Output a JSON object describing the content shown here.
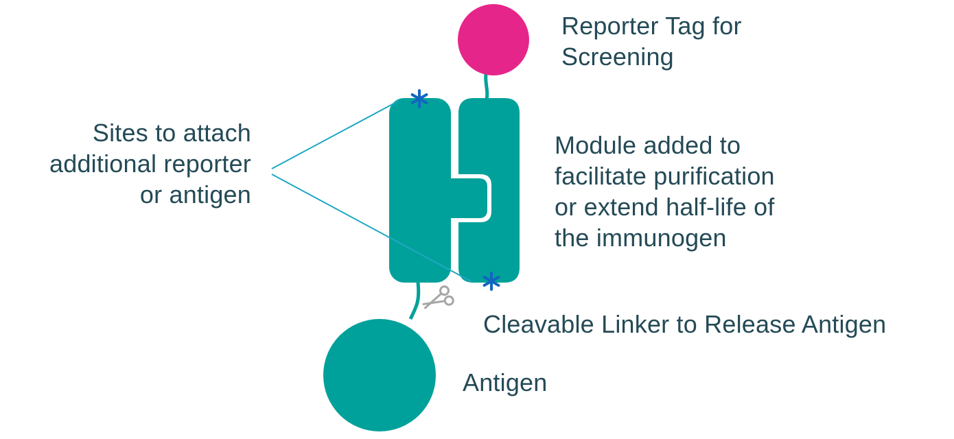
{
  "colors": {
    "teal": "#00a19a",
    "magenta": "#e6258a",
    "line": "#1ea8c2",
    "asterisk": "#1166c0",
    "text": "#244a56",
    "scissors": "#a6a6a6"
  },
  "labels": {
    "reporter_tag": [
      "Reporter Tag for",
      "Screening"
    ],
    "sites": [
      "Sites to attach",
      "additional reporter",
      "or antigen"
    ],
    "module": [
      "Module added to",
      "facilitate purification",
      "or extend half-life of",
      "the immunogen"
    ],
    "linker": "Cleavable Linker to Release Antigen",
    "antigen": "Antigen"
  },
  "icons": {
    "cleavage_site": "scissors-icon",
    "attachment_sites": "asterisk-icon"
  }
}
